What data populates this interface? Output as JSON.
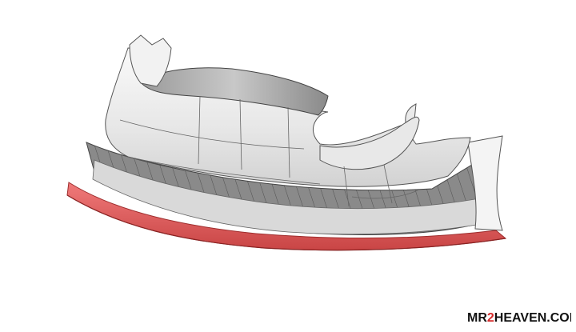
{
  "render": {
    "subject": "front-bumper-lip-cad-render",
    "colors": {
      "background": "#ffffff",
      "bumper_fill": "#ededed",
      "bumper_shade": "#c9c9c9",
      "panel_lines": "#555555",
      "splitter_dark": "#7d7d7d",
      "splitter_ribs": "#5a5a5a",
      "lip_red": "#e05a5a",
      "lip_red_dark": "#b23a3a"
    }
  },
  "watermark": {
    "prefix": "MR",
    "accent": "2",
    "suffix": "HEAVEN.COM",
    "color_text": "#111111",
    "color_accent": "#d62a2a"
  }
}
